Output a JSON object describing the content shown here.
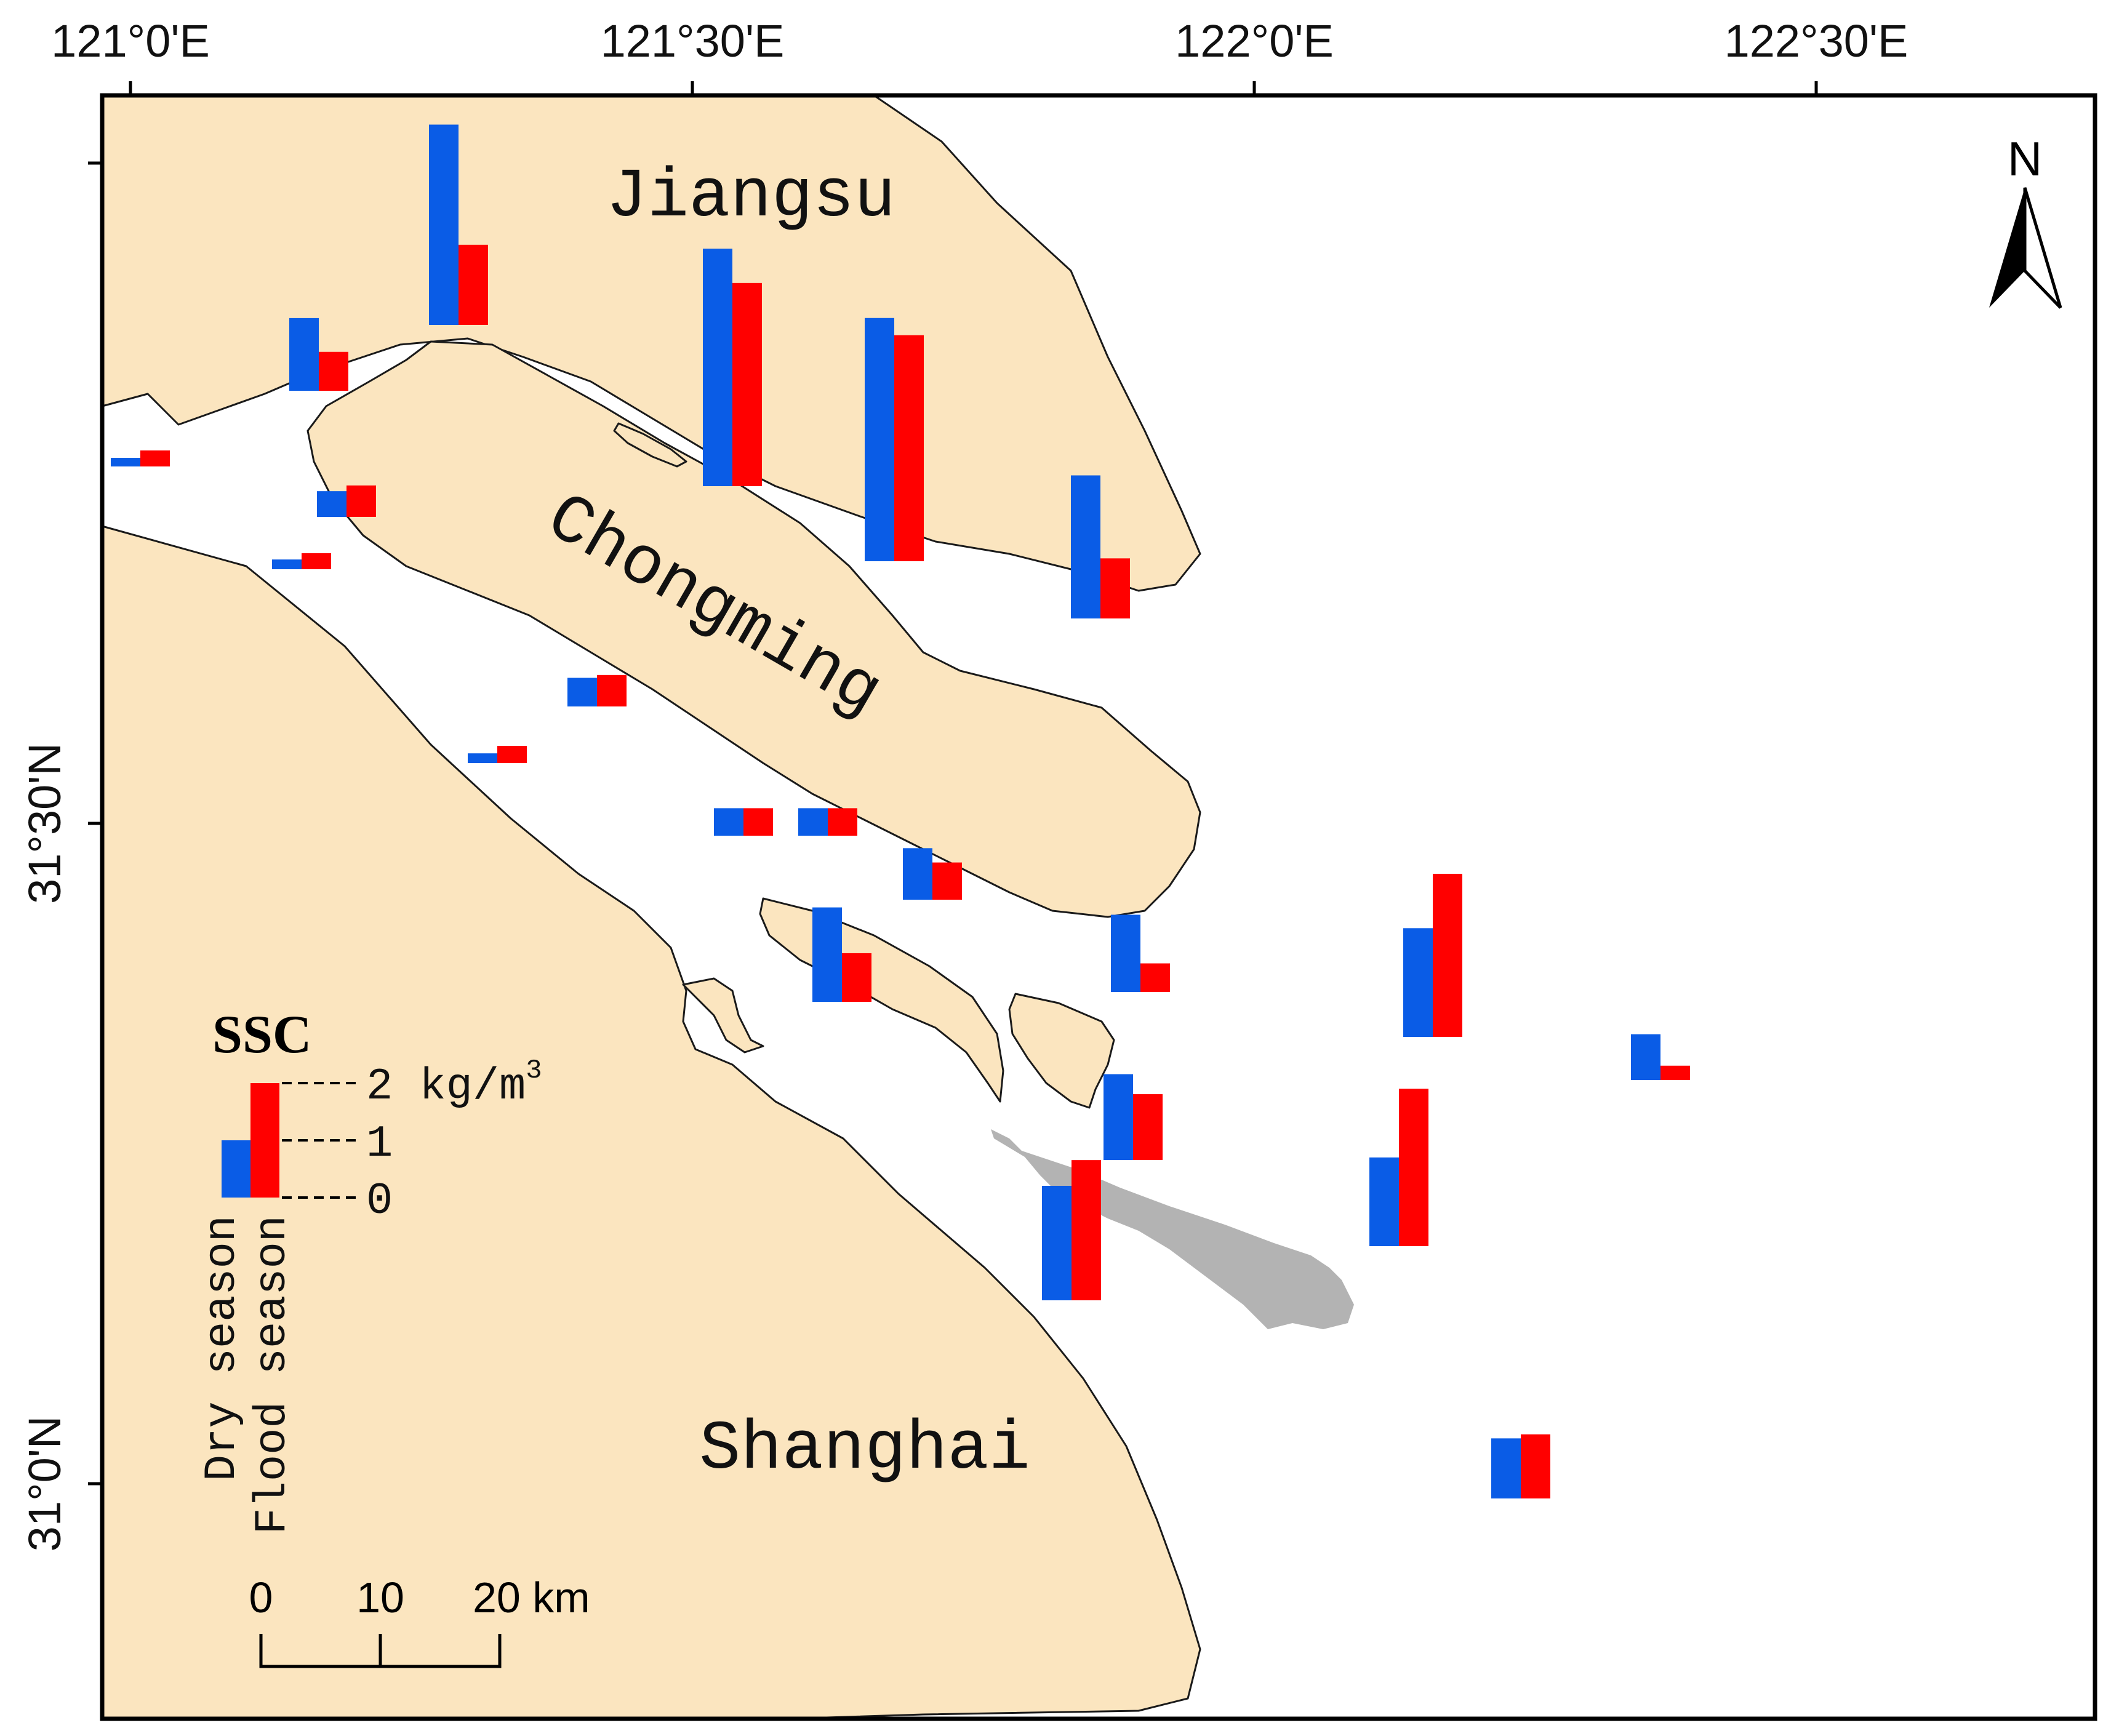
{
  "map": {
    "longitude_labels": [
      "121°0'E",
      "121°30'E",
      "122°0'E",
      "122°30'E"
    ],
    "latitude_labels": [
      "31°30'N",
      "31°0'N"
    ],
    "places": {
      "jiangsu": "Jiangsu",
      "chongming": "Chongming",
      "shanghai": "Shanghai"
    },
    "north_arrow_label": "N",
    "colors": {
      "land": "#fbe5bf",
      "water": "#ffffff",
      "shoal": "#b3b3b3",
      "dry_season": "#0a5ce6",
      "flood_season": "#ff0000"
    }
  },
  "legend": {
    "title": "SSC",
    "tick_top": "2 kg/m",
    "tick_top_superscript": "3",
    "tick_mid": "1",
    "tick_low": "0",
    "dry_label": "Dry season",
    "flood_label": "Flood season",
    "sample_dry_value": 1,
    "sample_flood_value": 2
  },
  "scale_bar": {
    "labels": [
      "0",
      "10",
      "20 km"
    ]
  },
  "chart_data": {
    "type": "bar",
    "unit": "kg/m3",
    "series": [
      {
        "name": "Dry season",
        "color": "#0a5ce6"
      },
      {
        "name": "Flood season",
        "color": "#ff0000"
      }
    ],
    "stations": [
      {
        "dry": 0.15,
        "flood": 0.28
      },
      {
        "dry": 1.27,
        "flood": 0.68
      },
      {
        "dry": 3.5,
        "flood": 1.4
      },
      {
        "dry": 0.45,
        "flood": 0.55
      },
      {
        "dry": 0.17,
        "flood": 0.28
      },
      {
        "dry": 4.15,
        "flood": 3.55
      },
      {
        "dry": 4.25,
        "flood": 3.95
      },
      {
        "dry": 2.5,
        "flood": 1.05
      },
      {
        "dry": 0.5,
        "flood": 0.55
      },
      {
        "dry": 0.17,
        "flood": 0.3
      },
      {
        "dry": 0.48,
        "flood": 0.48
      },
      {
        "dry": 0.48,
        "flood": 0.48
      },
      {
        "dry": 0.9,
        "flood": 0.65
      },
      {
        "dry": 1.35,
        "flood": 0.5
      },
      {
        "dry": 1.65,
        "flood": 0.85
      },
      {
        "dry": 1.9,
        "flood": 2.85
      },
      {
        "dry": 0.8,
        "flood": 0.25
      },
      {
        "dry": 1.5,
        "flood": 1.15
      },
      {
        "dry": 1.55,
        "flood": 2.75
      },
      {
        "dry": 2.0,
        "flood": 2.45
      },
      {
        "dry": 1.05,
        "flood": 1.12
      }
    ]
  }
}
